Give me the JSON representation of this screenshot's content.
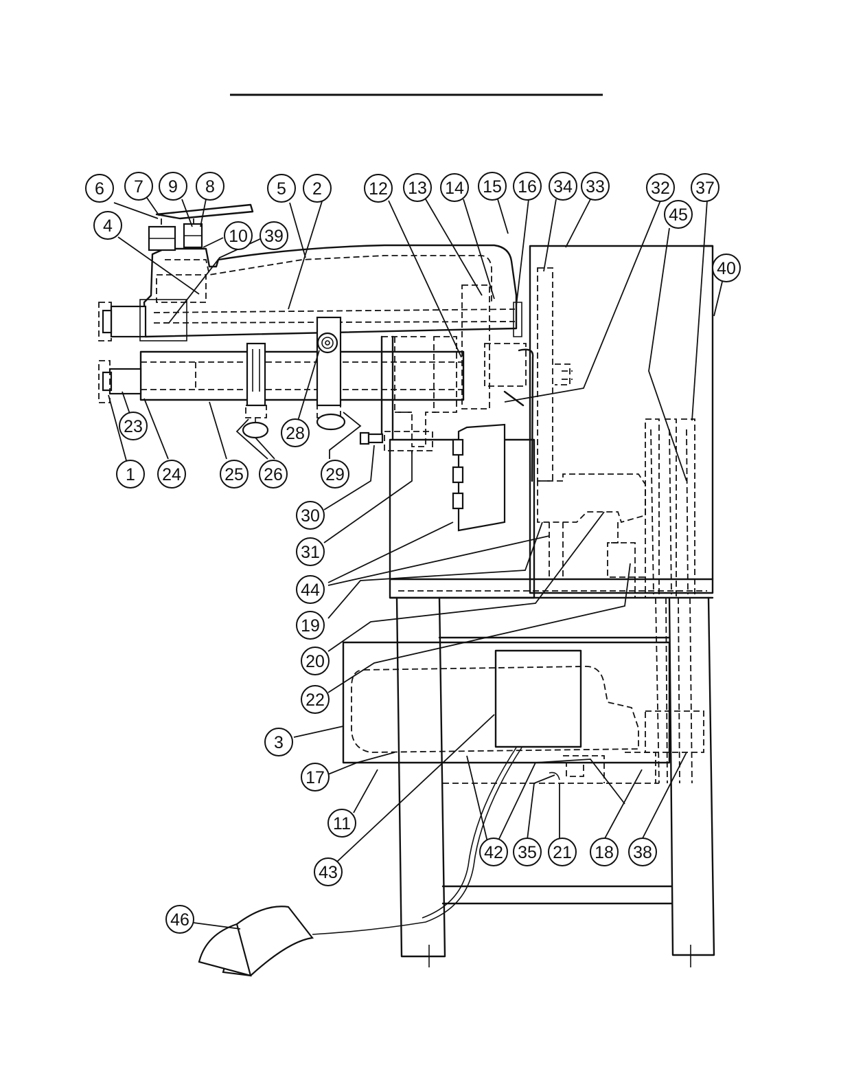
{
  "callouts": [
    {
      "id": "c6",
      "label": "6"
    },
    {
      "id": "c7",
      "label": "7"
    },
    {
      "id": "c9",
      "label": "9"
    },
    {
      "id": "c8",
      "label": "8"
    },
    {
      "id": "c5",
      "label": "5"
    },
    {
      "id": "c2",
      "label": "2"
    },
    {
      "id": "c12",
      "label": "12"
    },
    {
      "id": "c13",
      "label": "13"
    },
    {
      "id": "c14",
      "label": "14"
    },
    {
      "id": "c15",
      "label": "15"
    },
    {
      "id": "c16",
      "label": "16"
    },
    {
      "id": "c34",
      "label": "34"
    },
    {
      "id": "c33",
      "label": "33"
    },
    {
      "id": "c32",
      "label": "32"
    },
    {
      "id": "c37",
      "label": "37"
    },
    {
      "id": "c45",
      "label": "45"
    },
    {
      "id": "c40",
      "label": "40"
    },
    {
      "id": "c4",
      "label": "4"
    },
    {
      "id": "c10",
      "label": "10"
    },
    {
      "id": "c39",
      "label": "39"
    },
    {
      "id": "c23",
      "label": "23"
    },
    {
      "id": "c28",
      "label": "28"
    },
    {
      "id": "c1",
      "label": "1"
    },
    {
      "id": "c24",
      "label": "24"
    },
    {
      "id": "c25",
      "label": "25"
    },
    {
      "id": "c26",
      "label": "26"
    },
    {
      "id": "c29",
      "label": "29"
    },
    {
      "id": "c30",
      "label": "30"
    },
    {
      "id": "c31",
      "label": "31"
    },
    {
      "id": "c44",
      "label": "44"
    },
    {
      "id": "c19",
      "label": "19"
    },
    {
      "id": "c20",
      "label": "20"
    },
    {
      "id": "c22",
      "label": "22"
    },
    {
      "id": "c3",
      "label": "3"
    },
    {
      "id": "c17",
      "label": "17"
    },
    {
      "id": "c11",
      "label": "11"
    },
    {
      "id": "c43",
      "label": "43"
    },
    {
      "id": "c42",
      "label": "42"
    },
    {
      "id": "c35",
      "label": "35"
    },
    {
      "id": "c21",
      "label": "21"
    },
    {
      "id": "c18",
      "label": "18"
    },
    {
      "id": "c38",
      "label": "38"
    },
    {
      "id": "c46",
      "label": "46"
    }
  ]
}
